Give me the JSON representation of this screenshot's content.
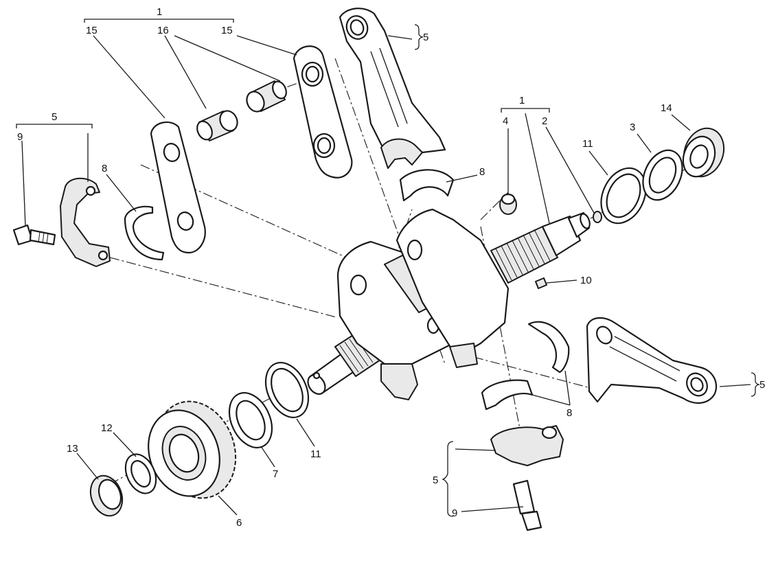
{
  "callouts": {
    "c1_top": "1",
    "c15_left": "15",
    "c16": "16",
    "c15_right": "15",
    "c5_top_rod": "5",
    "c5_left": "5",
    "c9_left": "9",
    "c8_left": "8",
    "c8_upper": "8",
    "c1_right": "1",
    "c4": "4",
    "c2": "2",
    "c11_right": "11",
    "c3": "3",
    "c14": "14",
    "c10": "10",
    "c5_right_rod": "5",
    "c8_lower": "8",
    "c11_lower": "11",
    "c7": "7",
    "c6": "6",
    "c12": "12",
    "c13": "13",
    "c5_bottom_cap": "5",
    "c9_bottom": "9"
  }
}
